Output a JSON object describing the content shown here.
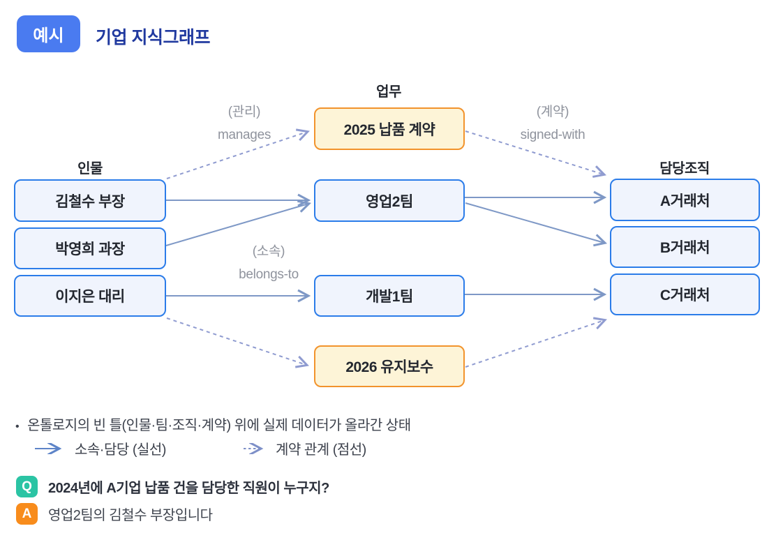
{
  "header": {
    "badge_label": "예시",
    "title": "기업 지식그래프"
  },
  "diagram": {
    "column_headers": {
      "person": "인물",
      "task": "업무",
      "org": "담당조직"
    },
    "nodes": {
      "kim": "김철수 부장",
      "park": "박영희 과장",
      "lee": "이지은 대리",
      "contract2025": "2025 납품 계약",
      "sales2": "영업2팀",
      "dev1": "개발1팀",
      "maint2026": "2026 유지보수",
      "clientA": "A거래처",
      "clientB": "B거래처",
      "clientC": "C거래처"
    },
    "edge_labels": {
      "manages": {
        "ko": "(관리)",
        "en": "manages"
      },
      "signed_with": {
        "ko": "(계약)",
        "en": "signed-with"
      },
      "belongs_to": {
        "ko": "(소속)",
        "en": "belongs-to"
      }
    },
    "colors": {
      "node_blue_border": "#2b7ce9",
      "node_blue_bg": "#f0f4fd",
      "node_orange_border": "#f2932c",
      "node_orange_bg": "#fdf4d7",
      "solid_edge": "#7e98c6",
      "dashed_edge": "#8f9bd0",
      "title_blue": "#20399f",
      "badge_blue": "#4a7bf0",
      "q_badge_teal": "#2bc4a4",
      "a_badge_orange": "#f88c1c"
    }
  },
  "notes": {
    "bullet_marker": "•",
    "bullet": "온톨로지의 빈 틀(인물·팀·조직·계약) 위에 실제 데이터가 올라간 상태",
    "legend_solid": "소속·담당 (실선)",
    "legend_dashed": "계약 관계 (점선)"
  },
  "qa": {
    "q_badge": "Q",
    "question": "2024년에 A기업 납품 건을 담당한 직원이 누구지?",
    "a_badge": "A",
    "answer": "영업2팀의 김철수 부장입니다"
  }
}
